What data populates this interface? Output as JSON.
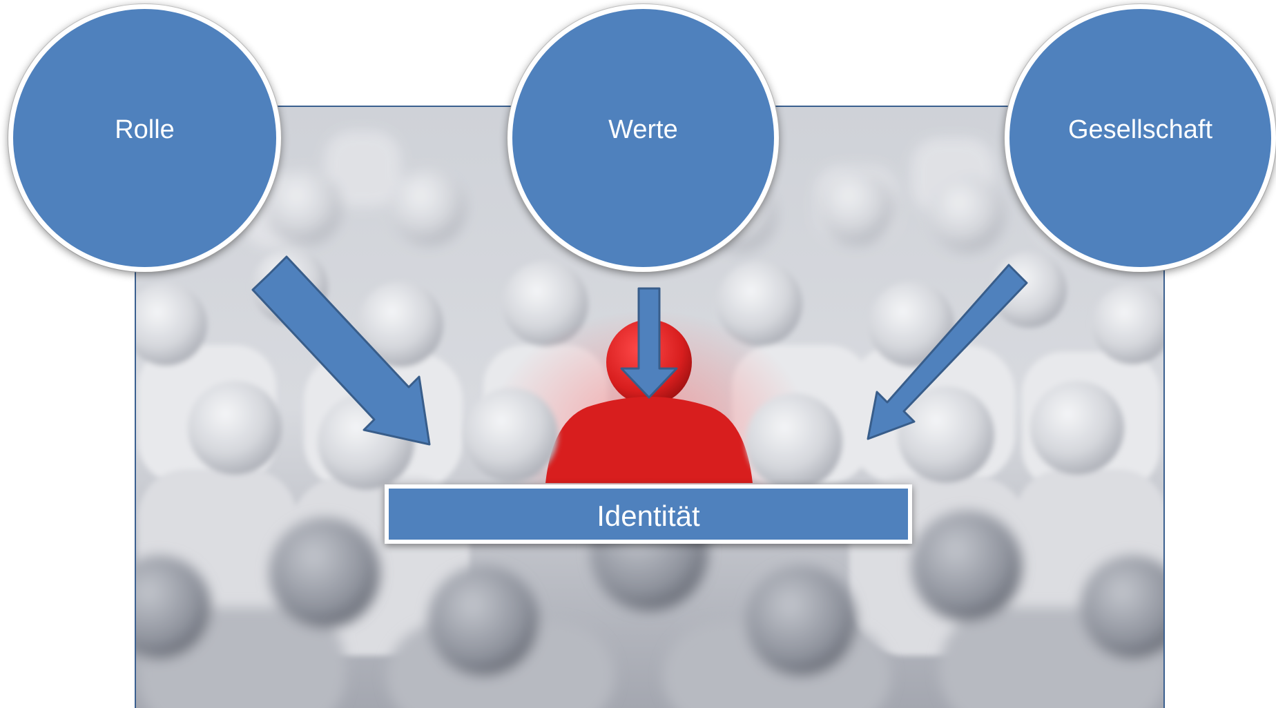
{
  "nodes": {
    "rolle": {
      "label": "Rolle"
    },
    "werte": {
      "label": "Werte"
    },
    "gesellschaft": {
      "label": "Gesellschaft"
    }
  },
  "center": {
    "label": "Identität"
  },
  "colors": {
    "node_fill": "#4f81bd",
    "node_border": "#ffffff",
    "arrow_fill": "#4f81bd",
    "arrow_stroke": "#385d8a",
    "highlight_figure": "#d81e1e",
    "crowd_figure": "#c9ccd3",
    "photo_border": "#3a5f8f"
  },
  "background_image": "crowd-of-white-figures-with-one-red-figure"
}
